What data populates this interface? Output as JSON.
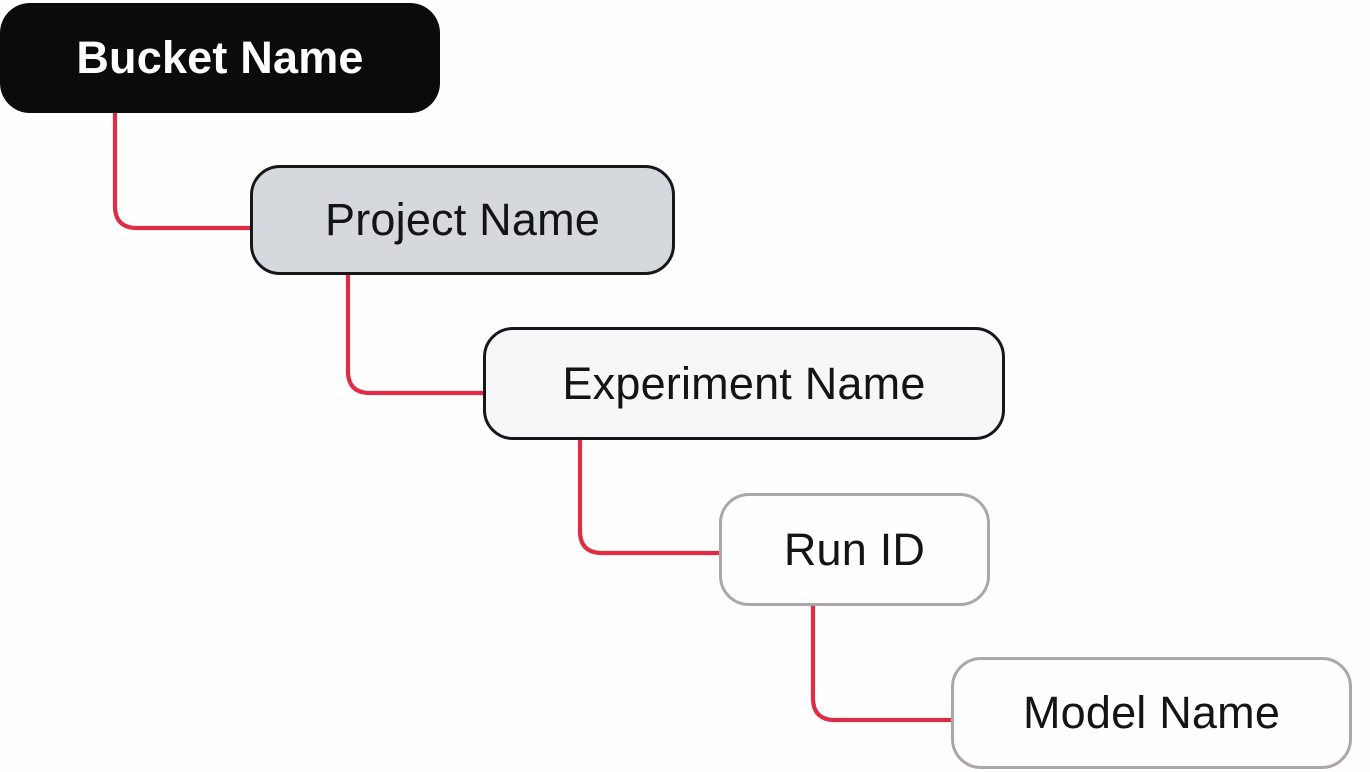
{
  "nodes": [
    {
      "id": "bucket",
      "label": "Bucket Name"
    },
    {
      "id": "project",
      "label": "Project Name"
    },
    {
      "id": "experiment",
      "label": "Experiment Name"
    },
    {
      "id": "run",
      "label": "Run ID"
    },
    {
      "id": "model",
      "label": "Model Name"
    }
  ],
  "colors": {
    "background": "#fefefe",
    "connector": "#e02d46",
    "bucket_bg": "#0b0b0c",
    "bucket_text": "#ffffff",
    "project_bg": "#d5d8dd",
    "experiment_bg": "#f7f7f9",
    "plain_bg": "#fefefe",
    "dark_border": "#17171a",
    "gray_border": "#aca6a8",
    "text": "#141417"
  }
}
